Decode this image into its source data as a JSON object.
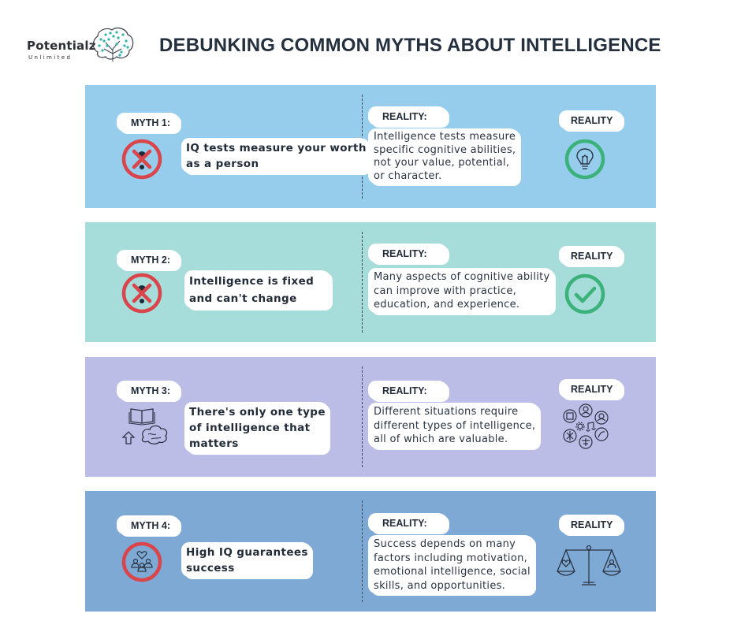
{
  "header": {
    "logo": {
      "name": "Potentialz",
      "subtitle": "Unlimited",
      "icon": "brain-tree-icon"
    },
    "title": "DEBUNKING COMMON MYTHS ABOUT INTELLIGENCE"
  },
  "colors": {
    "panel1": "#97cdec",
    "panel2": "#a6dcd9",
    "panel3": "#bcbde6",
    "panel4": "#7ea9d5",
    "myth_red": "#d9454b",
    "reality_green": "#3ab27a",
    "text_dark": "#222b38"
  },
  "myths": [
    {
      "myth_label": "MYTH 1:",
      "myth_text_lines": [
        "IQ tests measure your worth",
        "as a person"
      ],
      "myth_icon": "crossed-exclamation-icon",
      "reality_label": "REALITY:",
      "reality_text_lines": [
        "Intelligence tests measure",
        "specific cognitive abilities,",
        "not your value, potential,",
        "or character."
      ],
      "reality_badge": "REALITY",
      "reality_icon": "lightbulb-icon"
    },
    {
      "myth_label": "MYTH 2:",
      "myth_text_lines": [
        "Intelligence is fixed",
        "and can't change"
      ],
      "myth_icon": "crossed-exclamation-icon",
      "reality_label": "REALITY:",
      "reality_text_lines": [
        "Many aspects of cognitive ability",
        "can improve with practice,",
        "education, and experience."
      ],
      "reality_badge": "REALITY",
      "reality_icon": "checkmark-circle-icon"
    },
    {
      "myth_label": "MYTH 3:",
      "myth_text_lines": [
        "There's only one type",
        "of intelligence that",
        "matters"
      ],
      "myth_icon": "book-brain-arrow-icon",
      "reality_label": "REALITY:",
      "reality_text_lines": [
        "Different situations require",
        "different types of intelligence,",
        "all of which are valuable."
      ],
      "reality_badge": "REALITY",
      "reality_icon": "multiple-intelligences-cluster-icon"
    },
    {
      "myth_label": "MYTH 4:",
      "myth_text_lines": [
        "High IQ guarantees",
        "success"
      ],
      "myth_icon": "people-heart-circle-icon",
      "reality_label": "REALITY:",
      "reality_text_lines": [
        "Success depends on many",
        "factors including motivation,",
        "emotional intelligence, social",
        "skills, and opportunities."
      ],
      "reality_badge": "REALITY",
      "reality_icon": "balance-scale-icon"
    }
  ]
}
